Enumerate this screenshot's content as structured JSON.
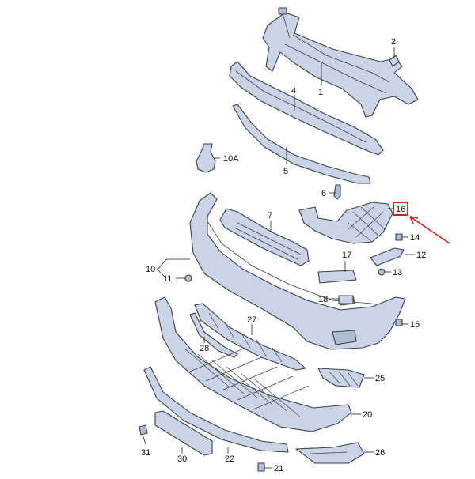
{
  "callouts": [
    {
      "id": "1",
      "text": "1"
    },
    {
      "id": "2",
      "text": "2"
    },
    {
      "id": "4",
      "text": "4"
    },
    {
      "id": "5",
      "text": "5"
    },
    {
      "id": "6",
      "text": "6"
    },
    {
      "id": "7",
      "text": "7"
    },
    {
      "id": "10",
      "text": "10"
    },
    {
      "id": "10A",
      "text": "10A"
    },
    {
      "id": "11",
      "text": "11"
    },
    {
      "id": "12",
      "text": "12"
    },
    {
      "id": "13",
      "text": "13"
    },
    {
      "id": "14",
      "text": "14"
    },
    {
      "id": "15",
      "text": "15"
    },
    {
      "id": "16",
      "text": "16"
    },
    {
      "id": "17",
      "text": "17"
    },
    {
      "id": "18",
      "text": "18"
    },
    {
      "id": "20",
      "text": "20"
    },
    {
      "id": "22",
      "text": "22"
    },
    {
      "id": "25",
      "text": "25"
    },
    {
      "id": "26",
      "text": "26"
    },
    {
      "id": "27",
      "text": "27"
    },
    {
      "id": "28",
      "text": "28"
    },
    {
      "id": "30",
      "text": "30"
    },
    {
      "id": "31",
      "text": "31"
    },
    {
      "id": "21",
      "text": "21"
    }
  ],
  "highlight": {
    "part": "16",
    "color": "#d31e1e"
  },
  "colors": {
    "part_fill": "#c9d5e6",
    "outline": "#3a3f48"
  }
}
